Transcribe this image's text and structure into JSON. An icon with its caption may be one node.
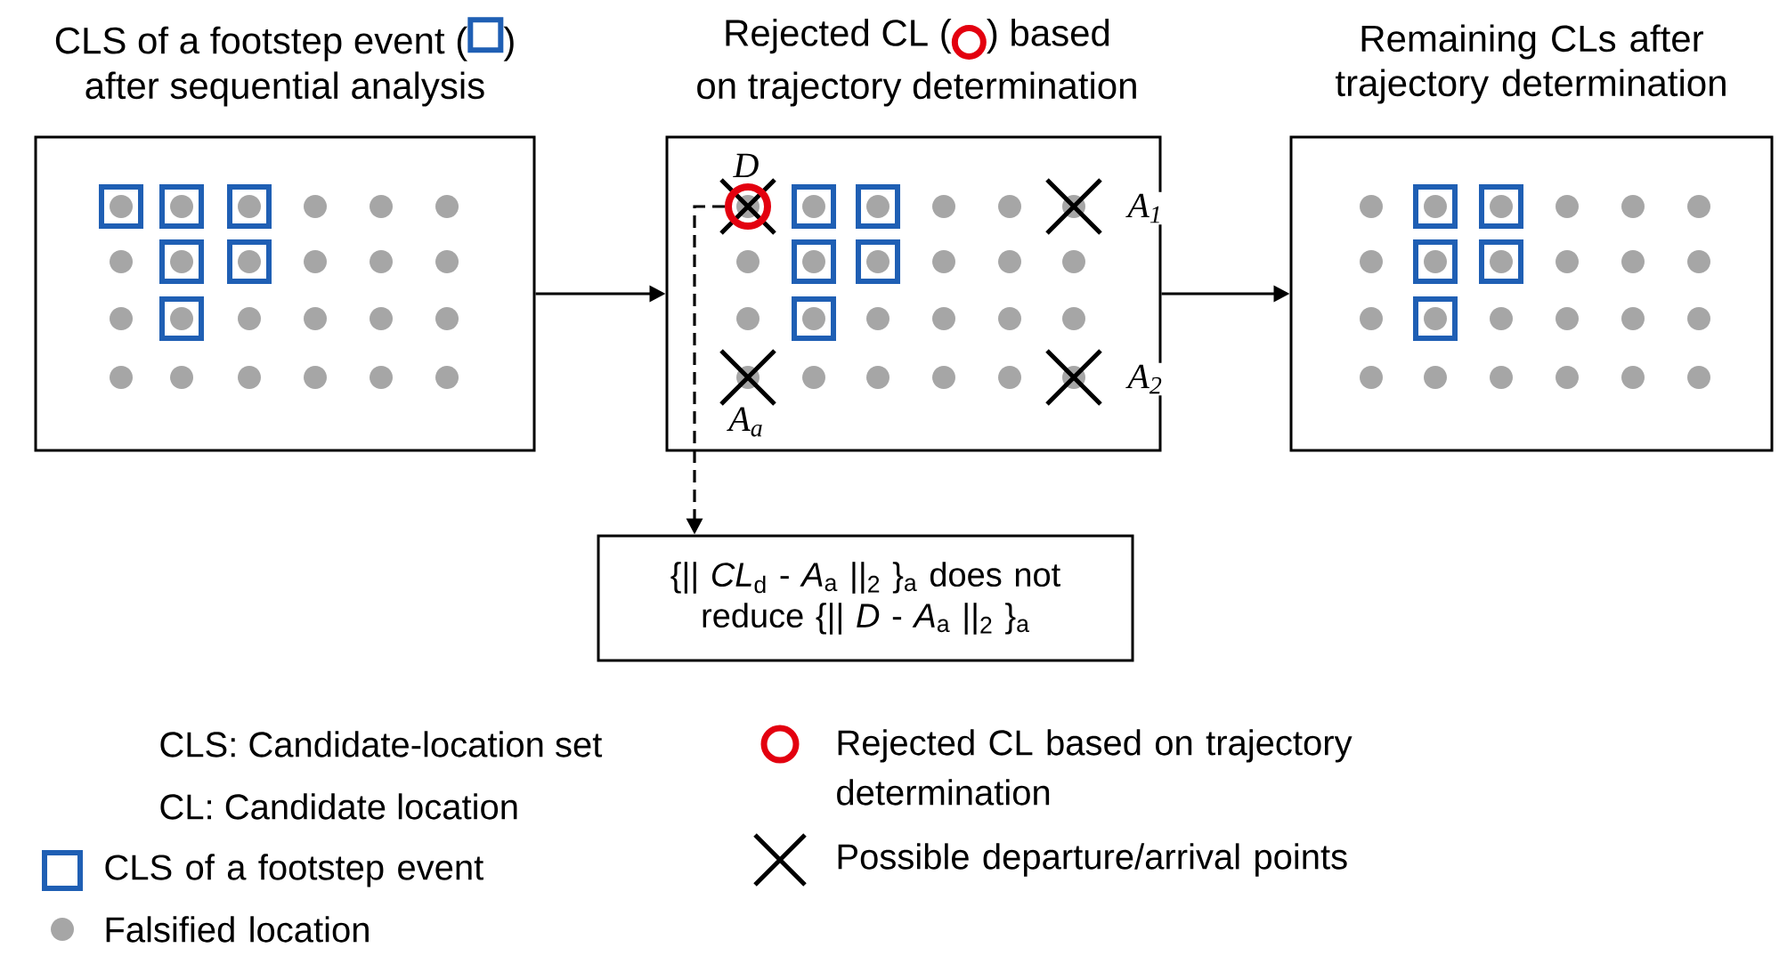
{
  "diagram": {
    "nodes": [
      {
        "text": [
          "CLS of a footstep event (",
          ")",
          "after sequential analysis"
        ]
      },
      {
        "text": [
          "Rejected CL (",
          ") based",
          "on trajectory determination"
        ]
      },
      {
        "text": [],
        "shape": "circle",
        "in": 1
      },
      {
        "text": [
          "Remaining CLs after trajectory determination"
        ]
      },
      {
        "text": [
          "{|| *CL*$_{d}$ - *A*$_{a}$ ||$_{2}$ }$_{a}$ does not reduce {|| *D* - *A*$_{a}$ ||$_{2}$ }$_{a}$"
        ]
      }
    ],
    "edges": [
      {
        "from": 0,
        "to": 1,
        "arrow": "to"
      },
      {
        "from": 1,
        "to": 3,
        "arrow": "to"
      },
      {
        "from": 2,
        "to": 4,
        "arrow": "to",
        "style": "dashed"
      }
    ],
    "labels": [
      "D",
      "A$_{1}$",
      "A$_{a}$",
      "A$_{2}$",
      "CLS: Candidate-location set",
      "CL: Candidate location"
    ],
    "legend": [
      {
        "text": "CLS of a footstep event"
      },
      {
        "text": "Falsified location",
        "color": "#a6a6a6"
      },
      {
        "text": "Rejected CL based on trajectory determination"
      },
      {
        "text": "Possible departure/arrival points"
      }
    ]
  }
}
